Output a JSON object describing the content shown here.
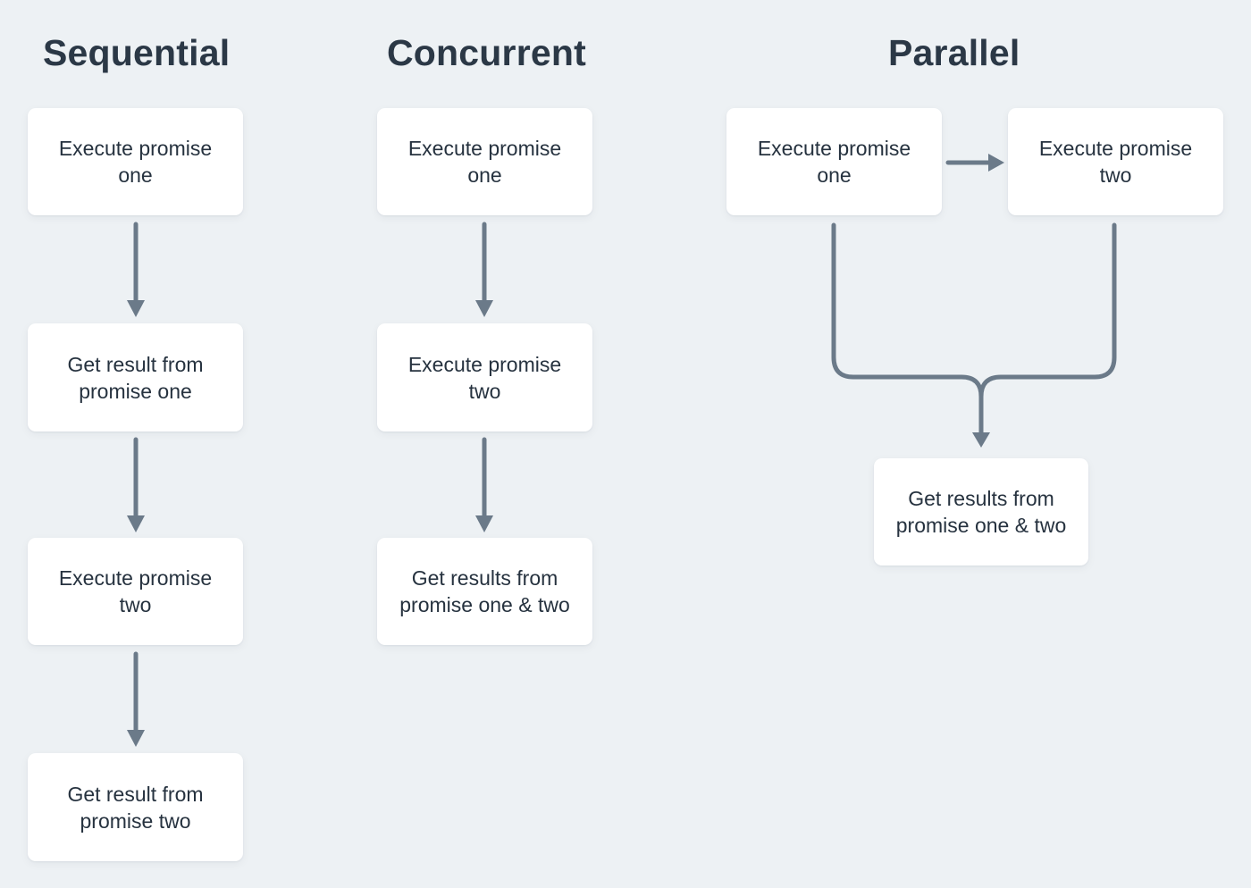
{
  "colors": {
    "background": "#edf1f4",
    "box_bg": "#ffffff",
    "box_text": "#26323f",
    "heading": "#2b3846",
    "arrow": "#6b7a89"
  },
  "columns": [
    {
      "heading": "Sequential",
      "boxes": [
        "Execute promise one",
        "Get result from promise one",
        "Execute promise two",
        "Get result from promise two"
      ],
      "connectors": [
        "down-arrow",
        "down-arrow",
        "down-arrow"
      ]
    },
    {
      "heading": "Concurrent",
      "boxes": [
        "Execute promise one",
        "Execute promise two",
        "Get results from promise one & two"
      ],
      "connectors": [
        "down-arrow",
        "down-arrow"
      ]
    },
    {
      "heading": "Parallel",
      "boxes": [
        "Execute promise one",
        "Execute promise two",
        "Get results from promise one & two"
      ],
      "connectors": [
        "right-arrow",
        "merge-join-down-arrow"
      ]
    }
  ]
}
